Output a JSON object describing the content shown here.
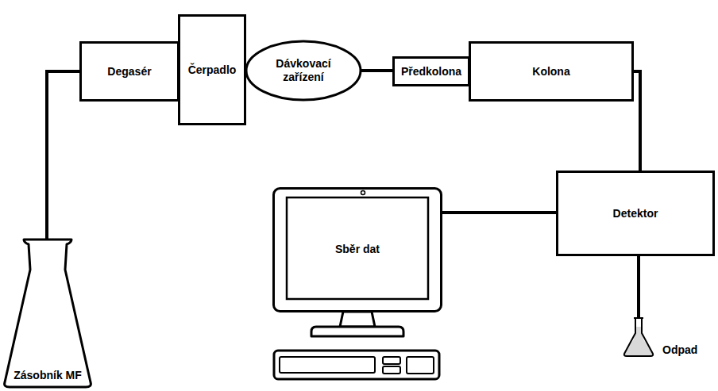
{
  "diagram": {
    "nodes": [
      {
        "text": [
          "Zásobník MF"
        ]
      },
      {
        "text": [
          "Degasér"
        ]
      },
      {
        "text": [
          "Čerpadlo"
        ]
      },
      {
        "text": [
          "Dávkovací zařízení"
        ]
      },
      {
        "text": [
          "Předkolona"
        ]
      },
      {
        "text": [
          "Kolona"
        ]
      },
      {
        "text": [
          "Detektor"
        ]
      },
      {
        "text": [
          "Sběr dat"
        ]
      },
      {
        "text": [
          "Odpad"
        ]
      }
    ],
    "edges": [
      {
        "from": 0,
        "to": 1,
        "arrow": "none"
      },
      {
        "from": 2,
        "to": 3,
        "arrow": "none"
      },
      {
        "from": 3,
        "to": 4,
        "arrow": "none"
      },
      {
        "from": 5,
        "to": 6,
        "arrow": "none"
      },
      {
        "from": 6,
        "to": 7,
        "arrow": "none"
      },
      {
        "from": 6,
        "to": 8,
        "arrow": "none"
      }
    ]
  }
}
